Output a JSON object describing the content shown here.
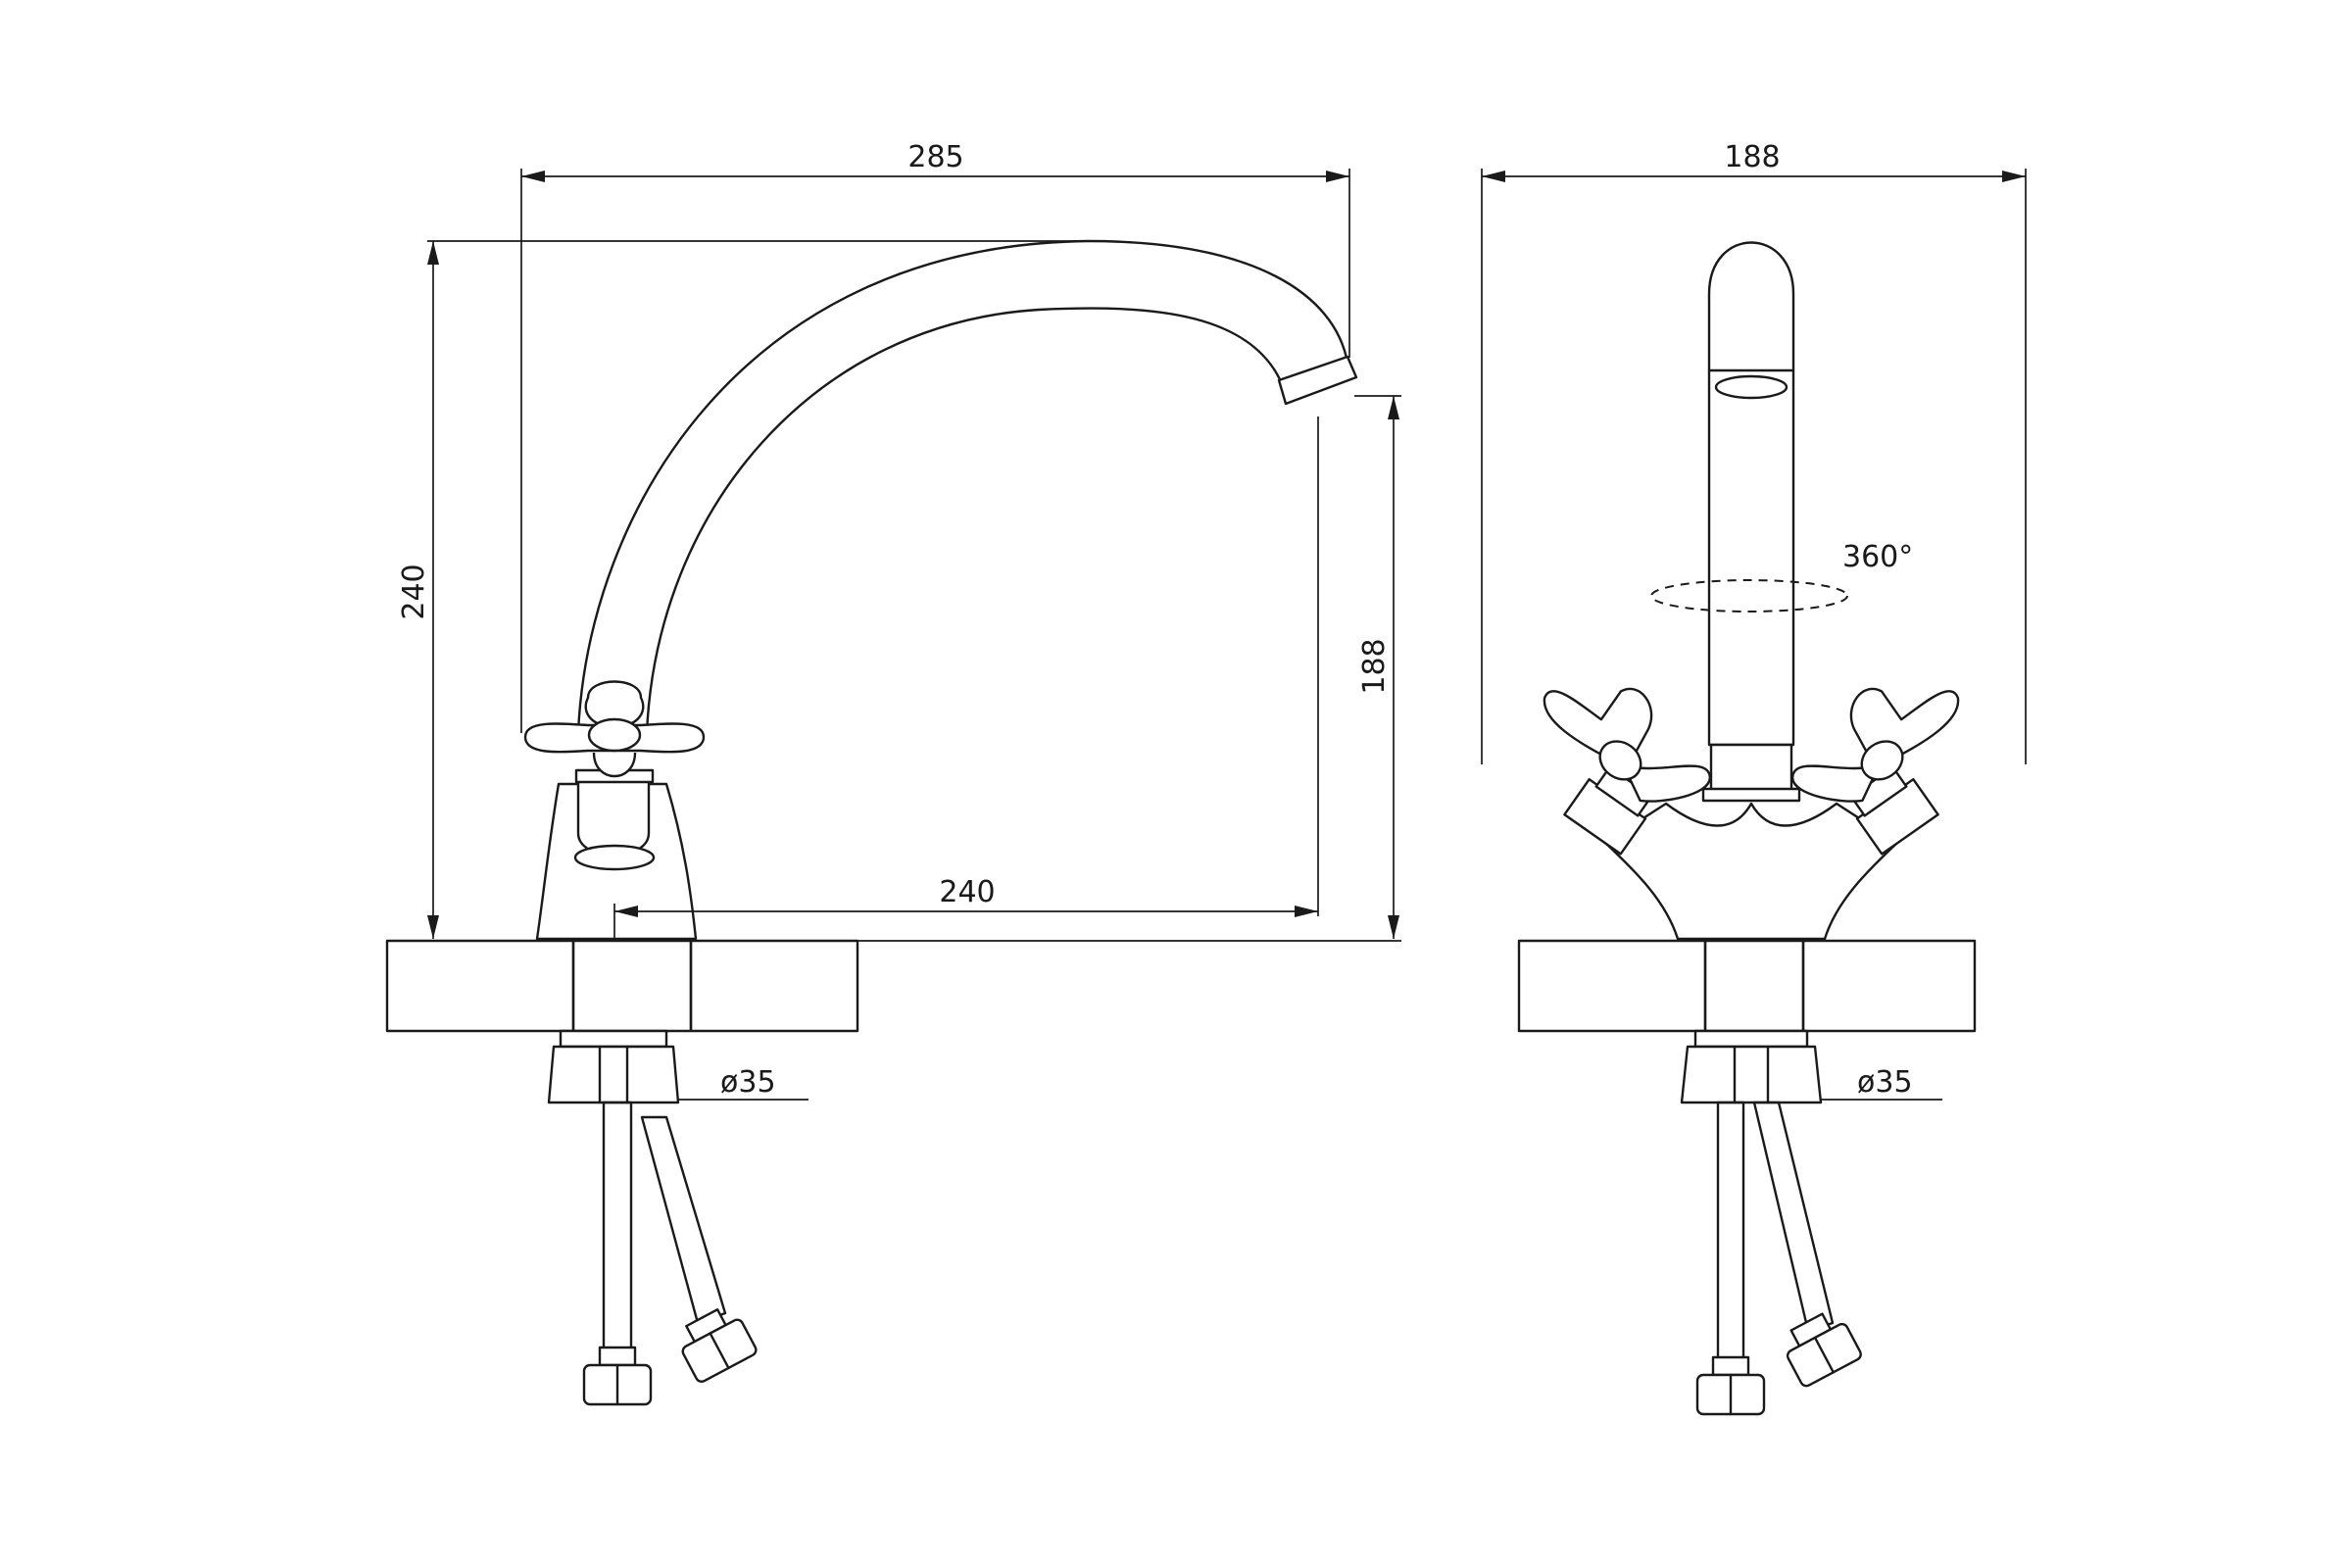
{
  "side_view": {
    "width_overall": "285",
    "height_overall": "240",
    "spout_height": "188",
    "spout_reach": "240",
    "base_diameter": "ø35"
  },
  "front_view": {
    "width_overall": "188",
    "rotation": "360°",
    "base_diameter": "ø35"
  }
}
